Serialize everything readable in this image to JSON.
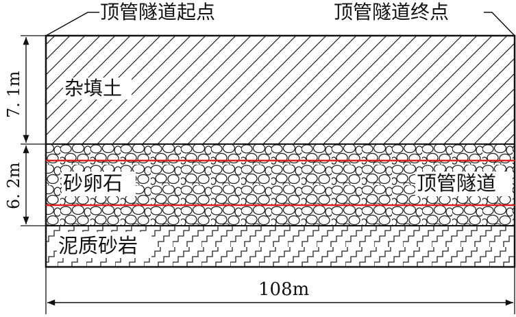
{
  "labels": {
    "start": "顶管隧道起点",
    "end": "顶管隧道终点",
    "layer_fill": "杂填土",
    "layer_gravel": "砂卵石",
    "tunnel": "顶管隧道",
    "layer_sandstone": "泥质砂岩",
    "dim_fill": "7. 1m",
    "dim_gravel": "6. 2m",
    "dim_length": "108m"
  },
  "colors": {
    "line": "#111111",
    "tunnel_line": "#e02020",
    "background": "#ffffff"
  }
}
